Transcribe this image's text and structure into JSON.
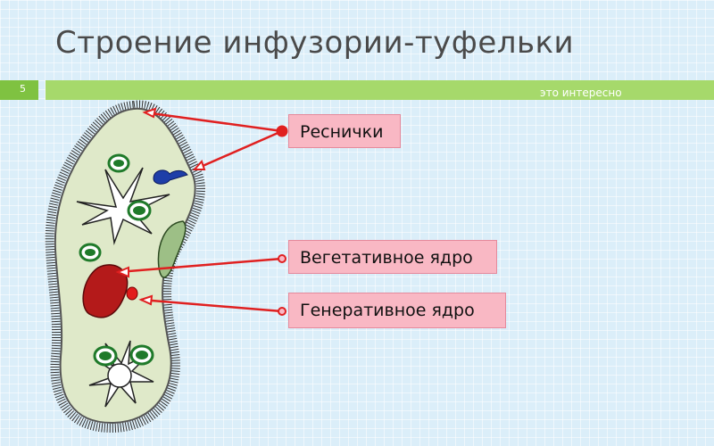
{
  "slide": {
    "title": "Строение инфузории-туфельки",
    "number": "5",
    "ghost_text": "это интересно"
  },
  "labels": {
    "cilia": "Реснички",
    "vegetative_nucleus": "Вегетативное ядро",
    "generative_nucleus": "Генеративное ядро"
  },
  "colors": {
    "background": "#dbeef9",
    "bar_green": "#a6d96b",
    "bar_dark_green": "#7fc241",
    "callout_fill": "#f9b8c4",
    "arrow_red": "#e02020",
    "cell_fill": "#dfe9c9",
    "macronucleus": "#b41a1a",
    "vacuole_green": "#1f7a2a",
    "contractile_vacuole_blue": "#1e3ea8"
  }
}
